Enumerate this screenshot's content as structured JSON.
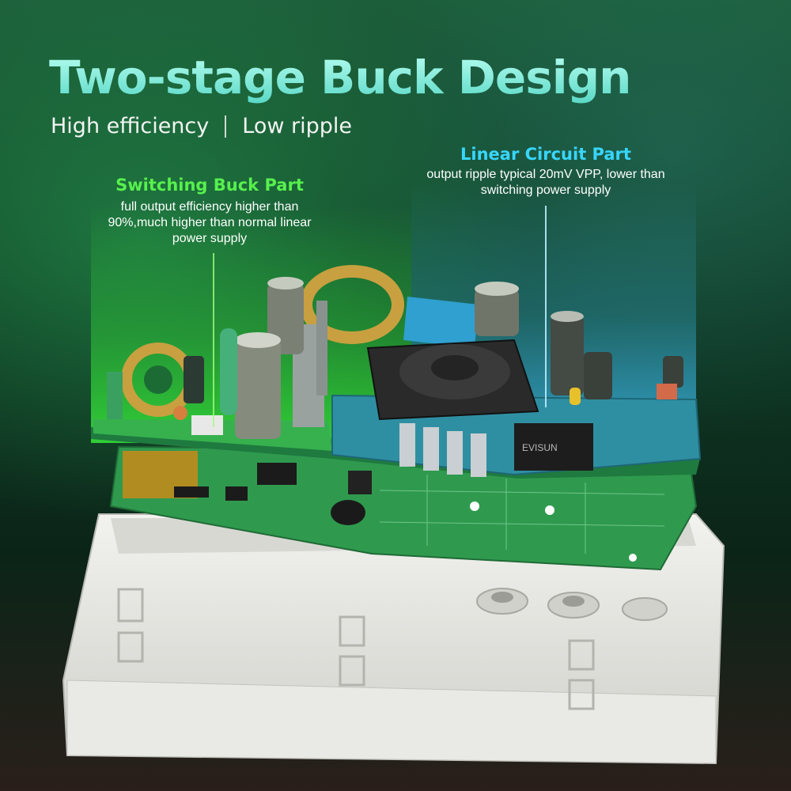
{
  "headline": {
    "title": "Two-stage Buck Design",
    "subtitle_left": "High efficiency",
    "subtitle_right": "Low ripple"
  },
  "callouts": {
    "switching": {
      "heading": "Switching Buck Part",
      "body": "full output efficiency higher than 90%,much higher than normal linear power supply"
    },
    "linear": {
      "heading": "Linear Circuit Part",
      "body": "output ripple typical 20mV VPP, lower than switching power supply"
    }
  },
  "board_markings": {
    "relay_brand": "EVISUN"
  },
  "colors": {
    "title_gradient_top": "#b8fff1",
    "title_gradient_bottom": "#59d8c6",
    "switching_accent": "#57f04d",
    "linear_accent": "#38d6ff",
    "pcb_green": "#2f9a4e",
    "enclosure_white": "#e6e6e1"
  }
}
